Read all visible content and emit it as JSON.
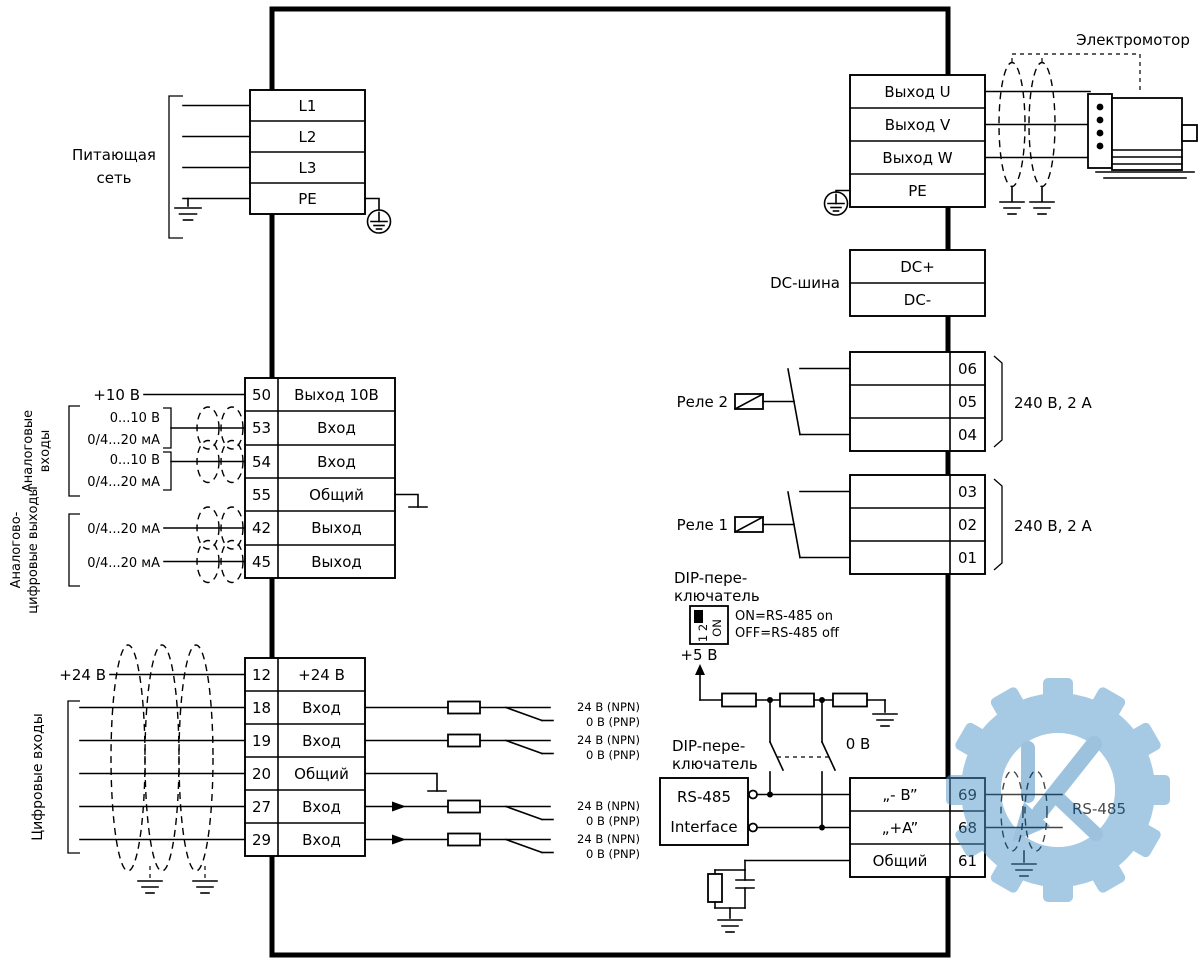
{
  "power": {
    "label1": "Питающая",
    "label2": "сеть",
    "t": [
      "L1",
      "L2",
      "L3",
      "PE"
    ]
  },
  "motor": {
    "title": "Электромотор",
    "t": [
      "Выход U",
      "Выход V",
      "Выход W",
      "PE"
    ]
  },
  "dc": {
    "label": "DC-шина",
    "t": [
      "DC+",
      "DC-"
    ]
  },
  "relay2": {
    "label": "Реле 2",
    "n": [
      "06",
      "05",
      "04"
    ],
    "rating": "240 В, 2 А"
  },
  "relay1": {
    "label": "Реле 1",
    "n": [
      "03",
      "02",
      "01"
    ],
    "rating": "240 В, 2 А"
  },
  "dip": {
    "l1": "DIP-пере-",
    "l2": "ключатель",
    "pins": "1 2",
    "on": "ON",
    "note_on": "ON=RS-485 on",
    "note_off": "OFF=RS-485 off"
  },
  "analog": {
    "v10": "+10 В",
    "range_v": "0...10 В",
    "range_ma": "0/4...20 мА",
    "group_in_1": "Аналоговые",
    "group_in_2": "входы",
    "group_out_1": "Аналогово-",
    "group_out_2": "цифровые выходы",
    "rows": [
      {
        "num": "50",
        "label": "Выход 10В"
      },
      {
        "num": "53",
        "label": "Вход"
      },
      {
        "num": "54",
        "label": "Вход"
      },
      {
        "num": "55",
        "label": "Общий"
      },
      {
        "num": "42",
        "label": "Выход"
      },
      {
        "num": "45",
        "label": "Выход"
      }
    ]
  },
  "digital": {
    "v24": "+24 В",
    "group": "Цифровые входы",
    "npn": "24 В (NPN)",
    "pnp": "0 В (PNP)",
    "rows": [
      {
        "num": "12",
        "label": "+24 В"
      },
      {
        "num": "18",
        "label": "Вход"
      },
      {
        "num": "19",
        "label": "Вход"
      },
      {
        "num": "20",
        "label": "Общий"
      },
      {
        "num": "27",
        "label": "Вход"
      },
      {
        "num": "29",
        "label": "Вход"
      }
    ]
  },
  "rs485": {
    "v5": "+5 В",
    "v0": "0 В",
    "box1": "RS-485",
    "box2": "Interface",
    "bus": "RS-485",
    "rows": [
      {
        "label": "„- B”",
        "num": "69"
      },
      {
        "label": "„+A”",
        "num": "68"
      },
      {
        "label": "Общий",
        "num": "61"
      }
    ]
  },
  "colors": {
    "watermark": "#4f96ca",
    "watermark_dark": "#3d87bf"
  }
}
